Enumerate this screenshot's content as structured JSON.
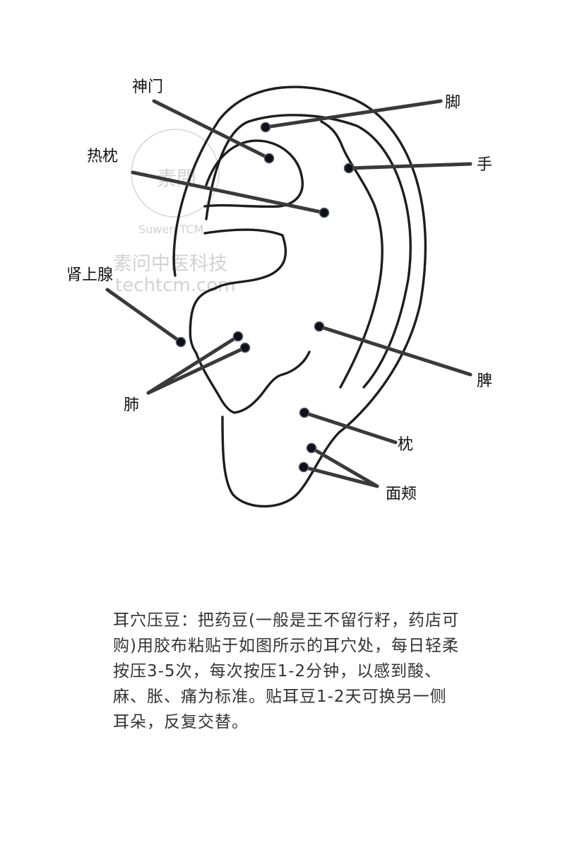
{
  "labels": {
    "shenmen": "神门",
    "rezhen": "热枕",
    "shenshangxian": "肾上腺",
    "fei": "肺",
    "jiao": "脚",
    "shou": "手",
    "pi": "脾",
    "zhen": "枕",
    "mianjia": "面颊"
  },
  "watermark": {
    "logo_text": "素問",
    "logo_sub": "Suwen TCM",
    "name": "素问中医科技",
    "site": "techtcm.com"
  },
  "caption": "耳穴压豆：把药豆(一般是王不留行籽，药店可购)用胶布粘贴于如图所示的耳穴处，每日轻柔按压3-5次，每次按压1-2分钟，以感到酸、麻、胀、痛为标准。贴耳豆1-2天可换另一侧耳朵，反复交替。",
  "colors": {
    "outline": "#1e1e1e",
    "leader": "#3a3a3a",
    "point": "#101018",
    "watermark": "#d2d2d2"
  }
}
